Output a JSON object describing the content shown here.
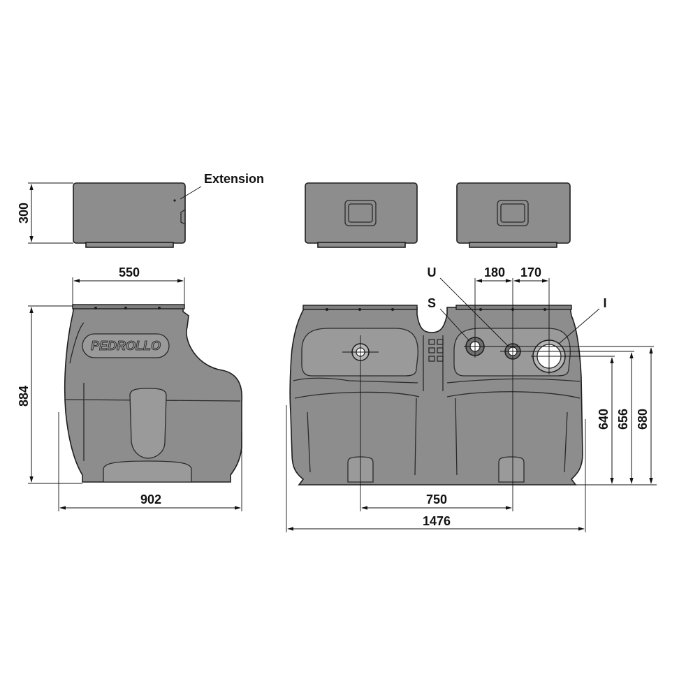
{
  "labels": {
    "extension": "Extension",
    "logo": "PEDROLLO",
    "u": "U",
    "s": "S",
    "i": "I"
  },
  "dimensions": {
    "ext_height": "300",
    "side_top_width": "550",
    "side_height": "884",
    "side_width": "902",
    "spacing_a": "180",
    "spacing_b": "170",
    "centers": "750",
    "overall_width": "1476",
    "h640": "640",
    "h656": "656",
    "h680": "680"
  },
  "colors": {
    "tank": "#8d8d8d",
    "line": "#1e1e1e"
  }
}
